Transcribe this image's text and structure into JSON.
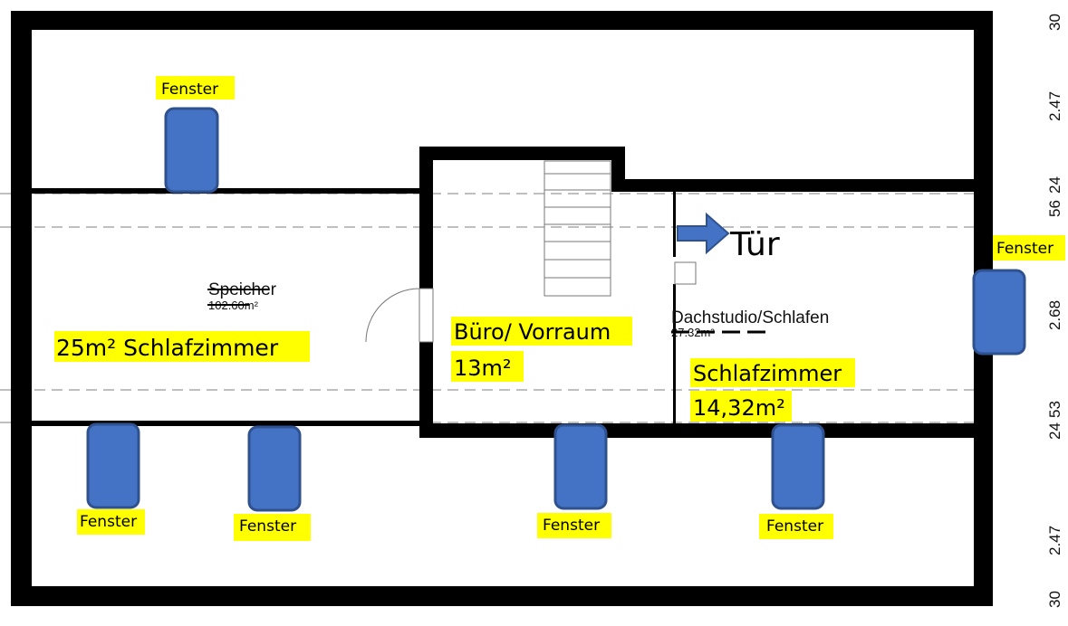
{
  "rooms": {
    "speicher": "Speicher",
    "speicher_area": "102.60m²",
    "schlafzimmer_25": "25m² Schlafzimmer",
    "buero_line1": "Büro/ Vorraum",
    "buero_line2": "13m²",
    "dachstudio": "Dachstudio/Schlafen",
    "dachstudio_area": "27.32m²",
    "schlafzimmer_line1": "Schlafzimmer",
    "schlafzimmer_line2": "14,32m²"
  },
  "door_label": "Tür",
  "window_label": "Fenster",
  "dimensions": [
    "30",
    "2.47",
    "56",
    "24",
    "2.68",
    "24",
    "53",
    "2.47",
    "30"
  ],
  "colors": {
    "window": "#4472c4",
    "highlight": "#ffff00",
    "arrow": "#4472c4"
  }
}
